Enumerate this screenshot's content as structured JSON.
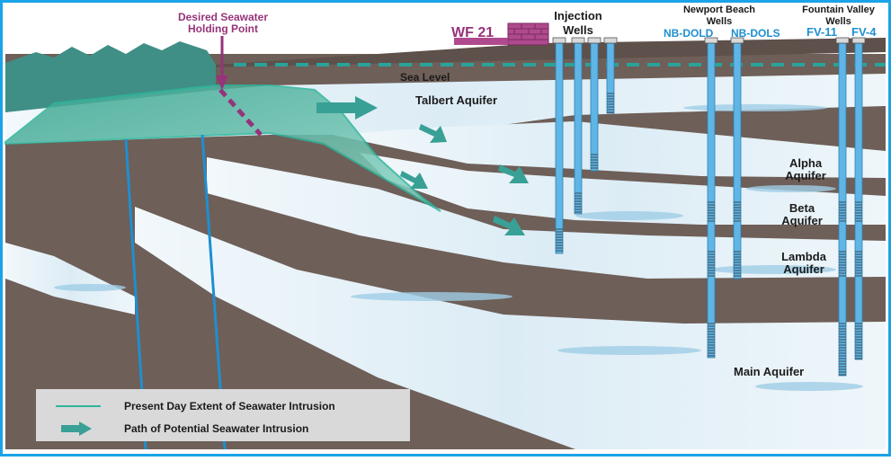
{
  "title_labels": {
    "holding_point_line1": "Desired Seawater",
    "holding_point_line2": "Holding Point",
    "wf21": "WF 21",
    "injection_line1": "Injection",
    "injection_line2": "Wells",
    "newport_line1": "Newport Beach",
    "newport_line2": "Wells",
    "nb_dold": "NB-DOLD",
    "nb_dols": "NB-DOLS",
    "fv_line1": "Fountain Valley",
    "fv_line2": "Wells",
    "fv11": "FV-11",
    "fv4": "FV-4",
    "sea_level": "Sea Level"
  },
  "aquifers": {
    "talbert": "Talbert Aquifer",
    "alpha_line1": "Alpha",
    "alpha_line2": "Aquifer",
    "beta_line1": "Beta",
    "beta_line2": "Aquifer",
    "lambda_line1": "Lambda",
    "lambda_line2": "Aquifer",
    "main": "Main Aquifer"
  },
  "legend": {
    "extent": "Present Day  Extent of Seawater Intrusion",
    "path": "Path of Potential Seawater Intrusion"
  },
  "colors": {
    "border": "#1aa3e8",
    "clay": "#6e5f58",
    "aquifer": "#e6f1f7",
    "ocean": "#3f8f86",
    "intrusion": "#2fb59c",
    "well": "#5fb6e6",
    "label_purple": "#96337a",
    "label_blue": "#1e8fd0",
    "arrow_teal": "#39a096"
  }
}
